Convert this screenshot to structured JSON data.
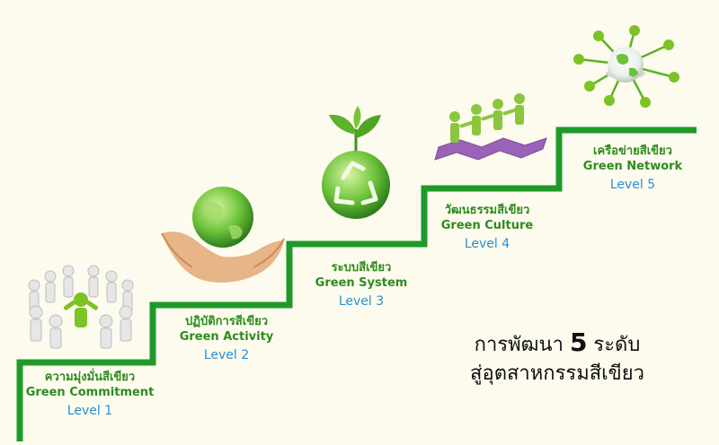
{
  "levels": [
    {
      "thai": "ความมุ่งมั่นสีเขียว",
      "english": "Green Commitment",
      "level": "Level 1"
    },
    {
      "thai": "ปฏิบัติการสีเขียว",
      "english": "Green Activity",
      "level": "Level 2"
    },
    {
      "thai": "ระบบสีเขียว",
      "english": "Green System",
      "level": "Level 3"
    },
    {
      "thai": "วัฒนธรรมสีเขียว",
      "english": "Green Culture",
      "level": "Level 4"
    },
    {
      "thai": "เครือข่ายสีเขียว",
      "english": "Green Network",
      "level": "Level 5"
    }
  ],
  "title": {
    "line1_pre": "การพัฒนา",
    "line1_num": "5",
    "line1_post": "ระดับ",
    "line2": "สู่อุตสาหกรรมสีเขียว"
  },
  "colors": {
    "stair": "#1f9a2a",
    "label_green": "#2e8b1f",
    "level_blue": "#2a8fd0",
    "background": "#fdfbee"
  },
  "icons": [
    "people-circle-icon",
    "hands-globe-icon",
    "recycle-globe-plant-icon",
    "puzzle-people-icon",
    "network-globe-icon"
  ]
}
